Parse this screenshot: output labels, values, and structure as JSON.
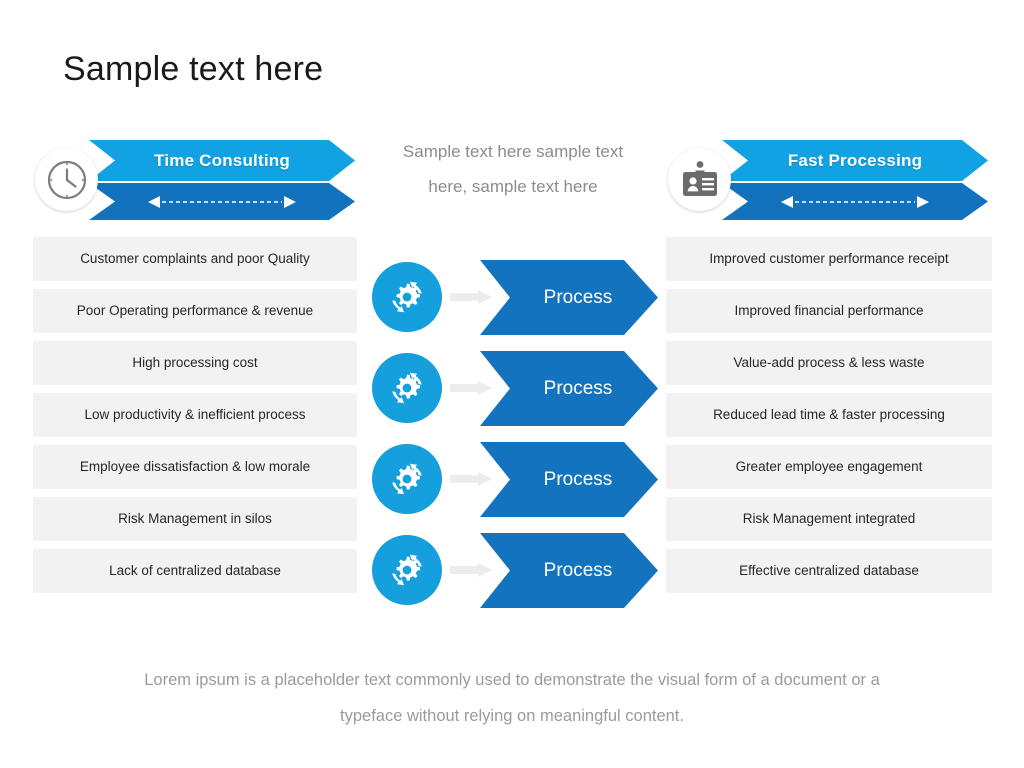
{
  "page": {
    "title": "Sample text here",
    "background": "#ffffff"
  },
  "colors": {
    "band_top": "#10a2e2",
    "band_bottom": "#1272be",
    "process_chevron": "#1373be",
    "gear_circle": "#159fdd",
    "row_background": "#f2f2f2",
    "row_text": "#262626",
    "muted_text": "#8c8c8c",
    "footer_text": "#9b9b9b"
  },
  "left_panel": {
    "banner": {
      "label": "Time Consulting",
      "icon": "clock-icon",
      "arrow": "double-dashed-arrow"
    },
    "items": [
      "Customer complaints and poor Quality",
      "Poor Operating performance & revenue",
      "High processing cost",
      "Low productivity & inefficient process",
      "Employee dissatisfaction & low morale",
      "Risk Management in silos",
      "Lack of centralized database"
    ]
  },
  "right_panel": {
    "banner": {
      "label": "Fast Processing",
      "icon": "id-badge-icon",
      "arrow": "double-dashed-arrow"
    },
    "items": [
      "Improved customer performance receipt",
      "Improved financial performance",
      "Value-add process & less waste",
      "Reduced lead time & faster processing",
      "Greater employee engagement",
      "Risk Management integrated",
      "Effective centralized database"
    ]
  },
  "center_panel": {
    "description": "Sample text here sample text here, sample text here",
    "processes": [
      {
        "label": "Process",
        "icon": "gear-refresh-icon"
      },
      {
        "label": "Process",
        "icon": "gear-refresh-icon"
      },
      {
        "label": "Process",
        "icon": "gear-refresh-icon"
      },
      {
        "label": "Process",
        "icon": "gear-refresh-icon"
      }
    ]
  },
  "footer": {
    "text": "Lorem ipsum is a placeholder text commonly used to demonstrate the visual form of a document or a typeface without relying on meaningful content."
  }
}
